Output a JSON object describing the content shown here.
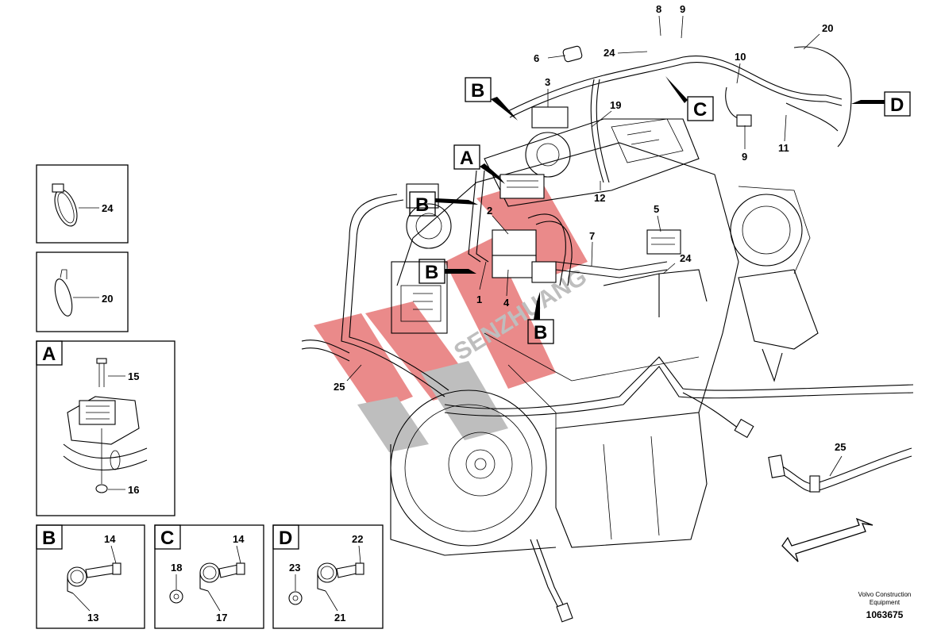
{
  "callouts": {
    "c1": "1",
    "c2": "2",
    "c3": "3",
    "c4": "4",
    "c5": "5",
    "c6": "6",
    "c7": "7",
    "c8": "8",
    "c9a": "9",
    "c9b": "9",
    "c10": "10",
    "c11": "11",
    "c12": "12",
    "c19": "19",
    "c20": "20",
    "c24a": "24",
    "c24b": "24",
    "c25a": "25",
    "c25b": "25"
  },
  "section_markers": {
    "main_A": "A",
    "main_B1": "B",
    "main_B2": "B",
    "main_B3": "B",
    "main_B4": "B",
    "main_C": "C",
    "main_D": "D"
  },
  "detail_panels": {
    "p24": {
      "item": "24"
    },
    "p20": {
      "item": "20"
    },
    "pA": {
      "letter": "A",
      "items": [
        "15",
        "16"
      ]
    },
    "pB": {
      "letter": "B",
      "items": [
        "14",
        "13"
      ]
    },
    "pC": {
      "letter": "C",
      "items": [
        "18",
        "14",
        "17"
      ]
    },
    "pD": {
      "letter": "D",
      "items": [
        "23",
        "22",
        "21"
      ]
    }
  },
  "watermark": {
    "text": "SENZHUANG",
    "color": "#d92b2b"
  },
  "footer": {
    "source_line1": "Volvo Construction",
    "source_line2": "Equipment",
    "doc_number": "1063675"
  }
}
